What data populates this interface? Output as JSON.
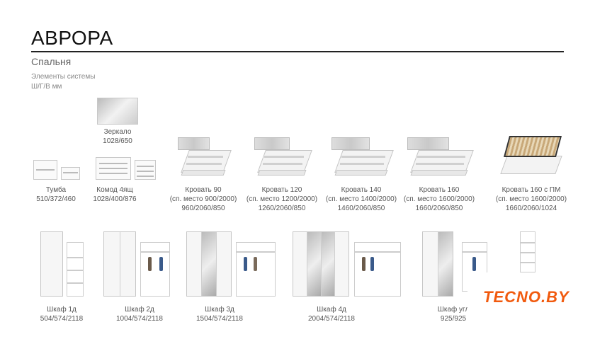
{
  "header": {
    "title": "АВРОРА",
    "subtitle": "Спальня",
    "system_label": "Элементы системы",
    "units_label": "Ш/Г/В мм"
  },
  "row1": [
    {
      "name": "Зеркало",
      "dims": "1028/650"
    },
    {
      "name": "Тумба",
      "dims": "510/372/460"
    },
    {
      "name": "Комод 4ящ",
      "dims": "1028/400/876"
    },
    {
      "name": "Кровать 90",
      "sleep": "(сп. место 900/2000)",
      "dims": "960/2060/850"
    },
    {
      "name": "Кровать 120",
      "sleep": "(сп. место 1200/2000)",
      "dims": "1260/2060/850"
    },
    {
      "name": "Кровать 140",
      "sleep": "(сп. место 1400/2000)",
      "dims": "1460/2060/850"
    },
    {
      "name": "Кровать 160",
      "sleep": "(сп. место 1600/2000)",
      "dims": "1660/2060/850"
    },
    {
      "name": "Кровать 160 с ПМ",
      "sleep": "(сп. место 1600/2000)",
      "dims": "1660/2060/1024"
    }
  ],
  "row2": [
    {
      "name": "Шкаф 1д",
      "dims": "504/574/2118"
    },
    {
      "name": "Шкаф 2д",
      "dims": "1004/574/2118"
    },
    {
      "name": "Шкаф 3д",
      "dims": "1504/574/2118"
    },
    {
      "name": "Шкаф 4д",
      "dims": "2004/574/2118"
    },
    {
      "name": "Шкаф угл",
      "dims": "925/925"
    }
  ],
  "logo": {
    "text": "TECNO.BY",
    "color": "#f15a0e"
  }
}
